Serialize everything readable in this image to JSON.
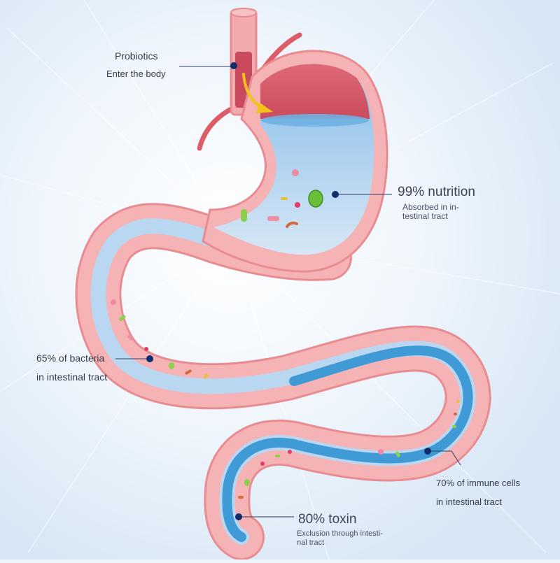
{
  "callouts": {
    "probiotics": {
      "title": "Probiotics",
      "subtitle": "Enter the body"
    },
    "nutrition": {
      "title": "99% nutrition",
      "subtitle_line1": "Absorbed in in-",
      "subtitle_line2": "testinal tract"
    },
    "bacteria": {
      "title": "65% of bacteria",
      "subtitle": "in intestinal tract"
    },
    "immune": {
      "title": "70% of immune cells",
      "subtitle": "in intestinal tract"
    },
    "toxin": {
      "title": "80% toxin",
      "subtitle_line1": "Exclusion through intesti-",
      "subtitle_line2": "nal tract"
    }
  },
  "colors": {
    "organ_wall": "#f1a4a6",
    "organ_outline": "#e98c92",
    "stomach_top": "#d9576a",
    "fluid": "#a9cdeb",
    "intestine_fluid": "#3f9ad6",
    "dot": "#0f2d6b",
    "leader": "#2f3f66"
  }
}
